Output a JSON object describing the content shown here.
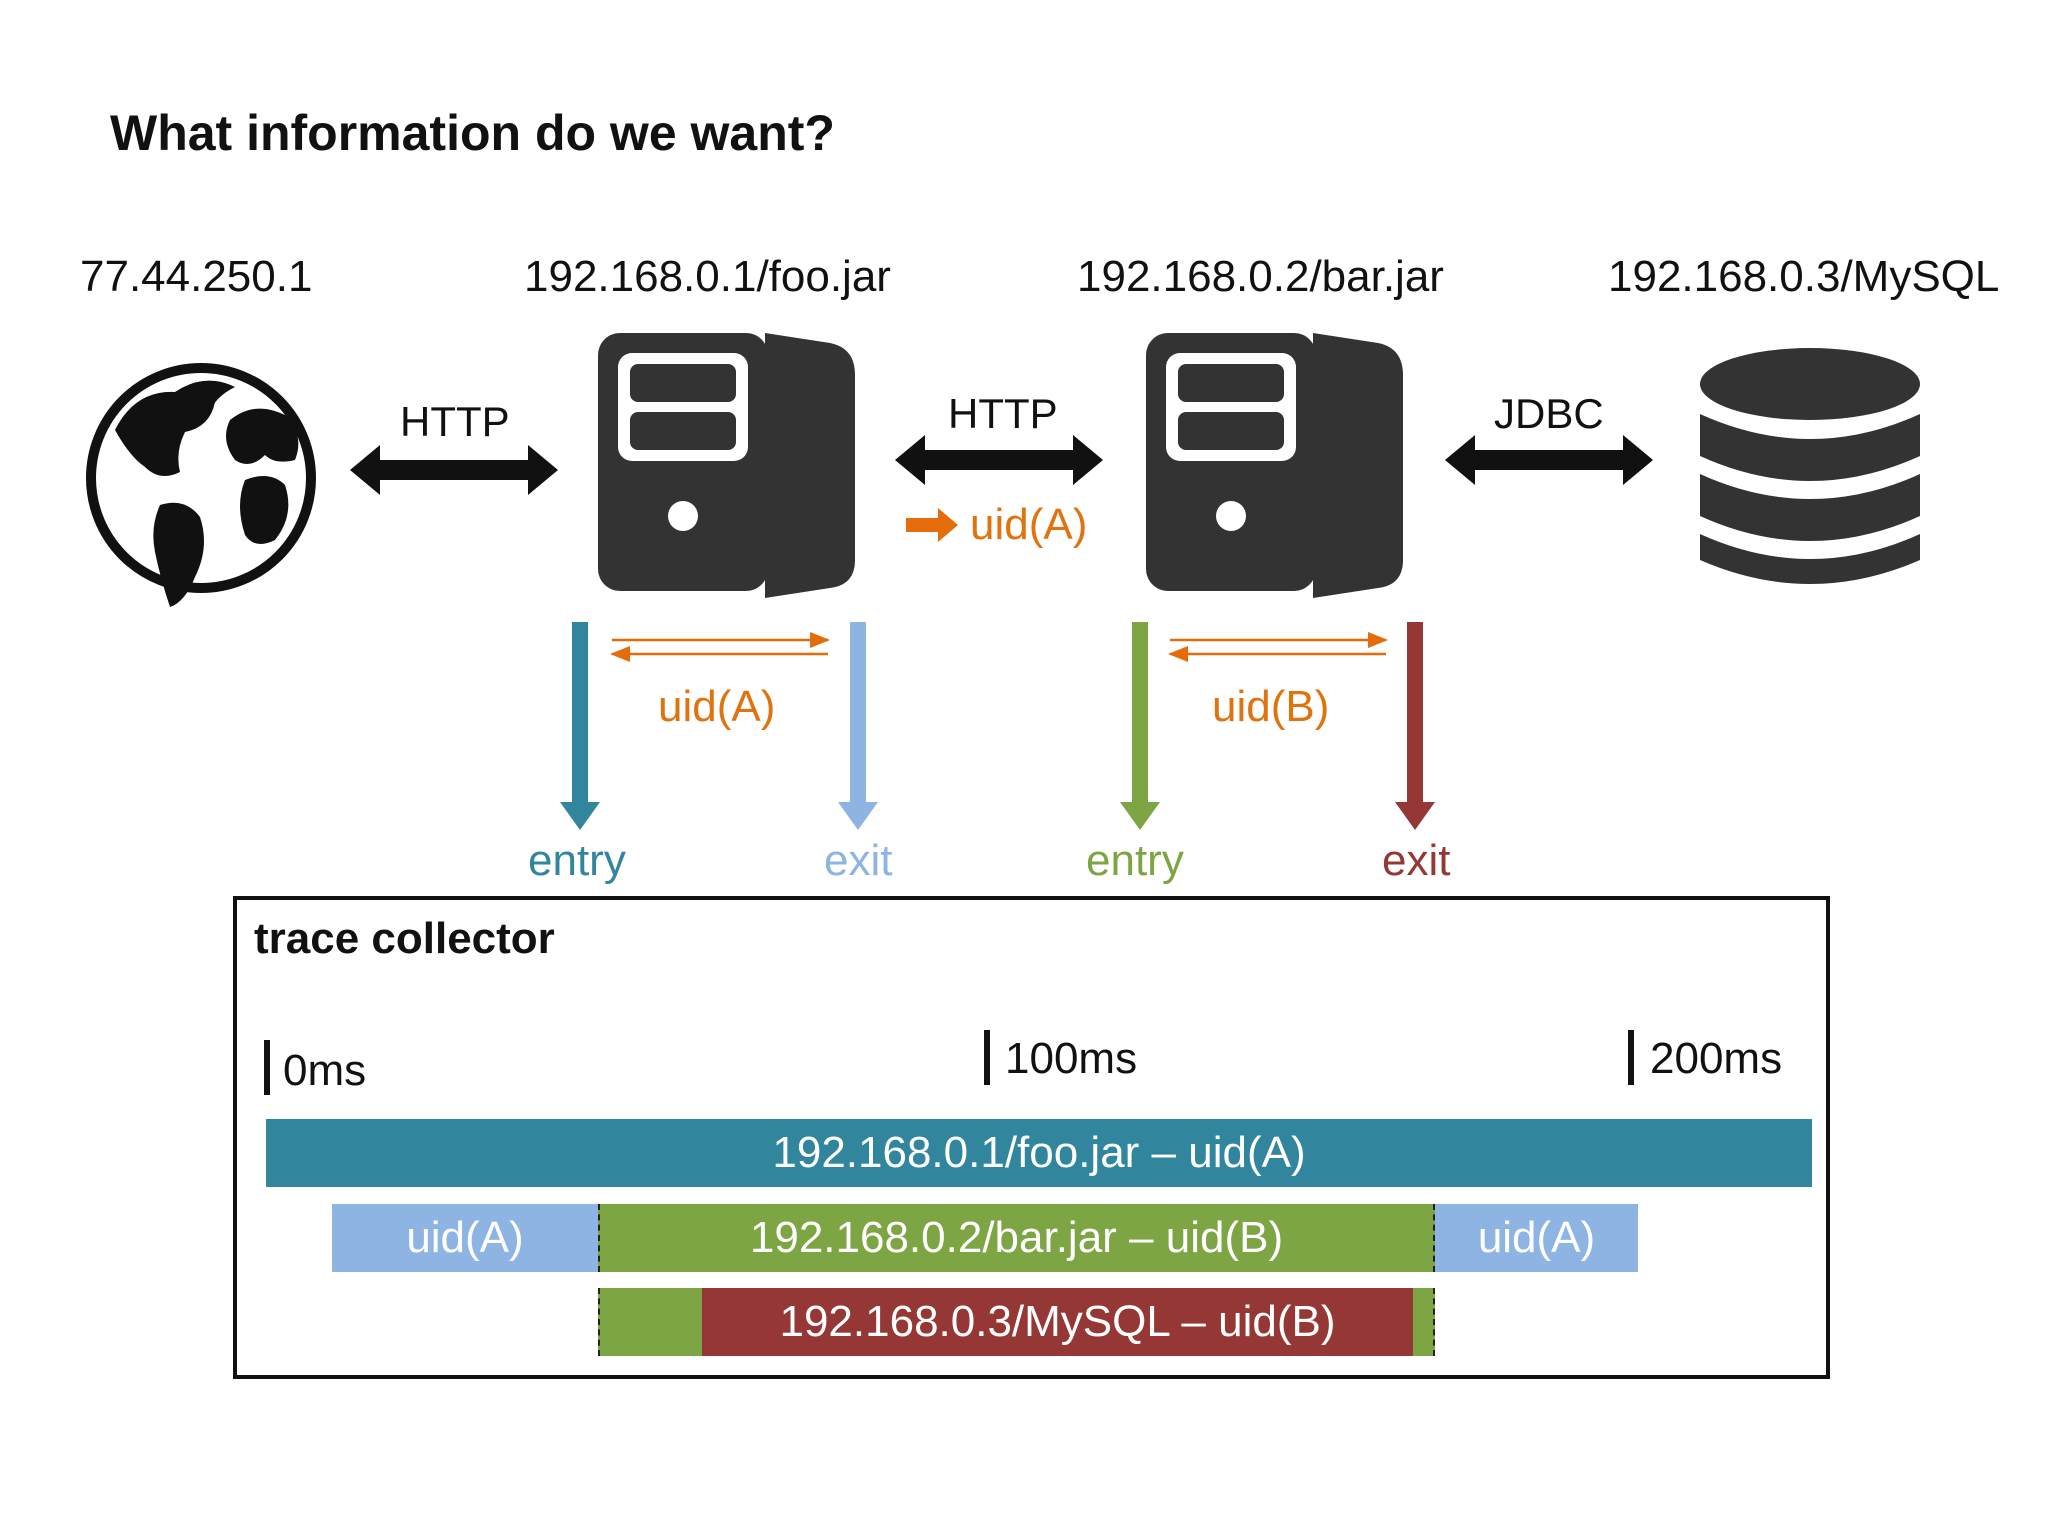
{
  "title": "What information do we want?",
  "nodes": {
    "client": "77.44.250.1",
    "foo": "192.168.0.1/foo.jar",
    "bar": "192.168.0.2/bar.jar",
    "mysql": "192.168.0.3/MySQL"
  },
  "links": {
    "client_foo": "HTTP",
    "foo_bar": "HTTP",
    "bar_mysql": "JDBC",
    "propagated_id": "uid(A)"
  },
  "instrumentation": {
    "foo_uid": "uid(A)",
    "bar_uid": "uid(B)",
    "foo_entry": "entry",
    "foo_exit": "exit",
    "bar_entry": "entry",
    "bar_exit": "exit"
  },
  "collector": {
    "title": "trace collector",
    "ticks": [
      "0ms",
      "100ms",
      "200ms"
    ],
    "spans": {
      "foo": "192.168.0.1/foo.jar – uid(A)",
      "foo_left": "uid(A)",
      "bar": "192.168.0.2/bar.jar – uid(B)",
      "foo_right": "uid(A)",
      "mysql": "192.168.0.3/MySQL – uid(B)"
    }
  },
  "colors": {
    "teal": "#31859c",
    "light_blue": "#8eb4e3",
    "green": "#7ea543",
    "red": "#953735",
    "orange": "#e46c0a",
    "icon": "#333333"
  },
  "icons": [
    "globe-icon",
    "server-icon",
    "server-icon",
    "database-icon"
  ]
}
